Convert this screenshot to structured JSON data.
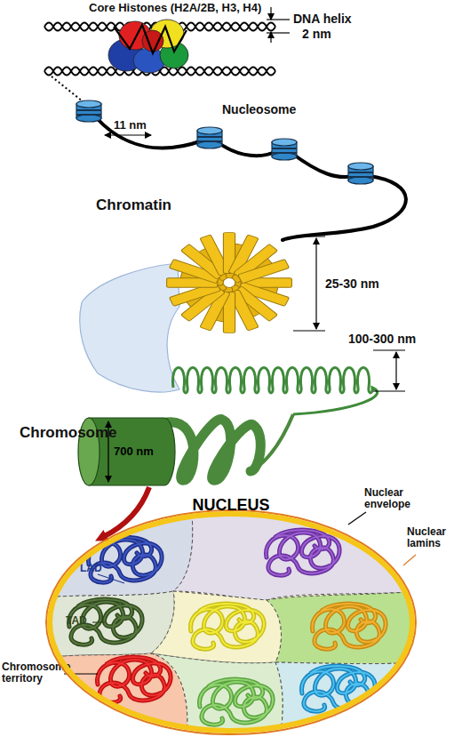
{
  "diagram": {
    "nodes": [
      {
        "text": [
          "NUCLEUS"
        ]
      }
    ],
    "labels": [
      "Core Histones (H2A/2B, H3, H4)",
      "DNA helix",
      "2 nm",
      "11 nm",
      "Nucleosome",
      "Chromatin",
      "25-30 nm",
      "100-300 nm",
      "Chromosome",
      "700 nm",
      "Nuclear envelope",
      "Nuclear lamins",
      "LAD",
      "TAD",
      "Chromosome territory"
    ]
  }
}
